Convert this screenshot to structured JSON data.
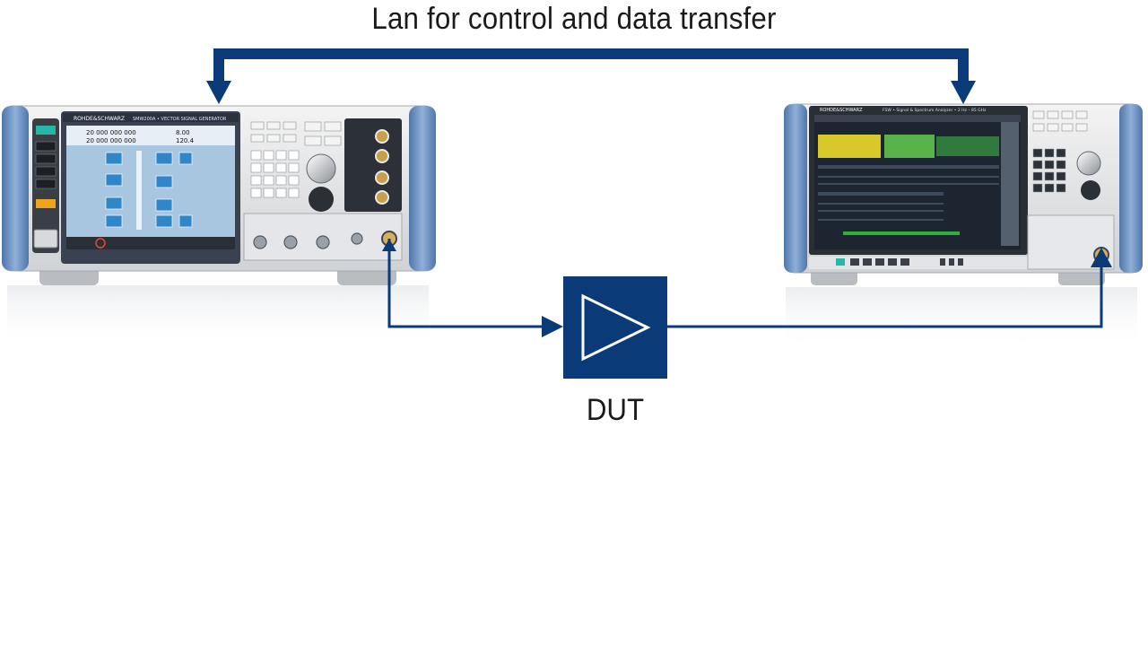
{
  "diagram": {
    "lan_label": "Lan for control and data transfer",
    "dut_label": "DUT"
  },
  "instruments": {
    "signal_generator": {
      "brand": "ROHDE&SCHWARZ",
      "model": "SMW200A • VECTOR SIGNAL GENERATOR",
      "freq_a": "20 000 000 000",
      "freq_b": "20 000 000 000",
      "level_a": "8.00",
      "level_b": "120.4"
    },
    "spectrum_analyzer": {
      "brand": "ROHDE&SCHWARZ",
      "model": "FSW • Signal & Spectrum Analyzer • 2 Hz – 85 GHz"
    }
  },
  "colors": {
    "link": "#0b3a78",
    "dut_fill": "#0b3a78",
    "bezel": "#6f93c2",
    "screen_sg": "#a9c6e0",
    "screen_sa": "#1d2630"
  },
  "icons": {
    "dut": "amplifier-triangle-icon",
    "arrow": "arrowhead-icon"
  }
}
